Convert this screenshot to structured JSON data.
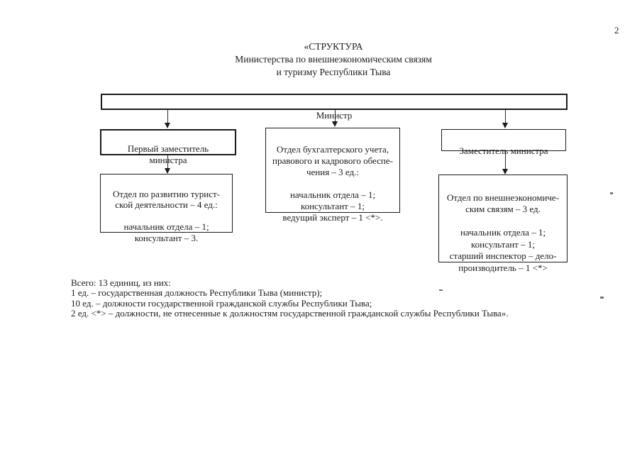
{
  "page_number": "2",
  "title": {
    "line1": "«СТРУКТУРА",
    "line2": "Министерства по внешнеэкономическим связям",
    "line3": "и туризму Республики Тыва"
  },
  "org_chart": {
    "minister": {
      "label": "Министр"
    },
    "first_deputy": {
      "label": "Первый заместитель\nминистра"
    },
    "accounting_dept": {
      "label": "Отдел бухгалтерского учета,\nправового и кадрового обеспе-\nчения – 3 ед.:\n\nначальник отдела – 1;\nконсультант – 1;\nведущий эксперт – 1 <*>."
    },
    "deputy_minister": {
      "label": "Заместитель министра"
    },
    "tourism_dept": {
      "label": "Отдел по развитию турист-\nской деятельности – 4 ед.:\n\nначальник отдела – 1;\nконсультант – 3."
    },
    "foreign_dept": {
      "label": "Отдел по внешнеэкономиче-\nским связям – 3 ед.\n\nначальник отдела – 1;\nконсультант – 1;\nстарший инспектор – дело-\nпроизводитель – 1 <*>"
    }
  },
  "notes": {
    "lines": [
      "Всего: 13 единиц, из них:",
      "1 ед. – государственная должность Республики Тыва (министр);",
      "10 ед. – должности государственной гражданской службы Республики Тыва;",
      "2 ед. <*> – должности, не отнесенные к должностям государственной гражданской службы Республики Тыва»."
    ]
  }
}
